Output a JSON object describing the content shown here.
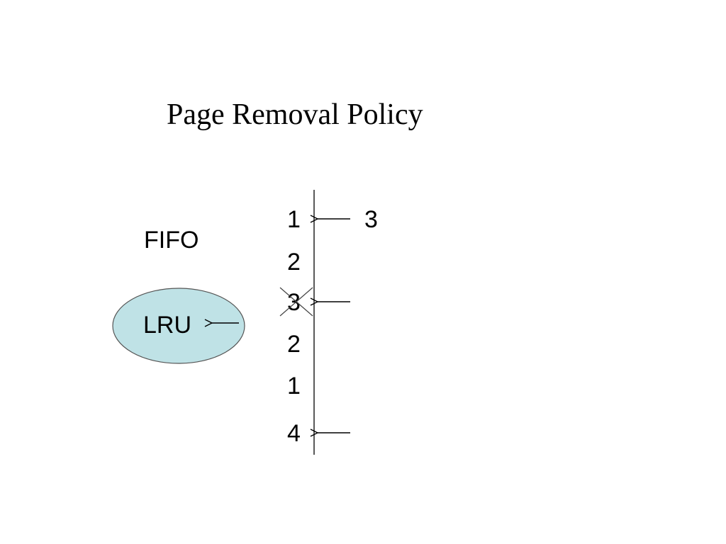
{
  "title": "Page Removal Policy",
  "policies": {
    "fifo_label": "FIFO",
    "lru_label": "LRU",
    "lru_fill_color": "#bfe2e6"
  },
  "reference_string": [
    "1",
    "2",
    "3",
    "2",
    "1",
    "4"
  ],
  "incoming_page": "3",
  "crossed_out_index": 2,
  "pointer_arrow_indices": [
    0,
    2,
    5
  ],
  "selected_policy": "LRU"
}
